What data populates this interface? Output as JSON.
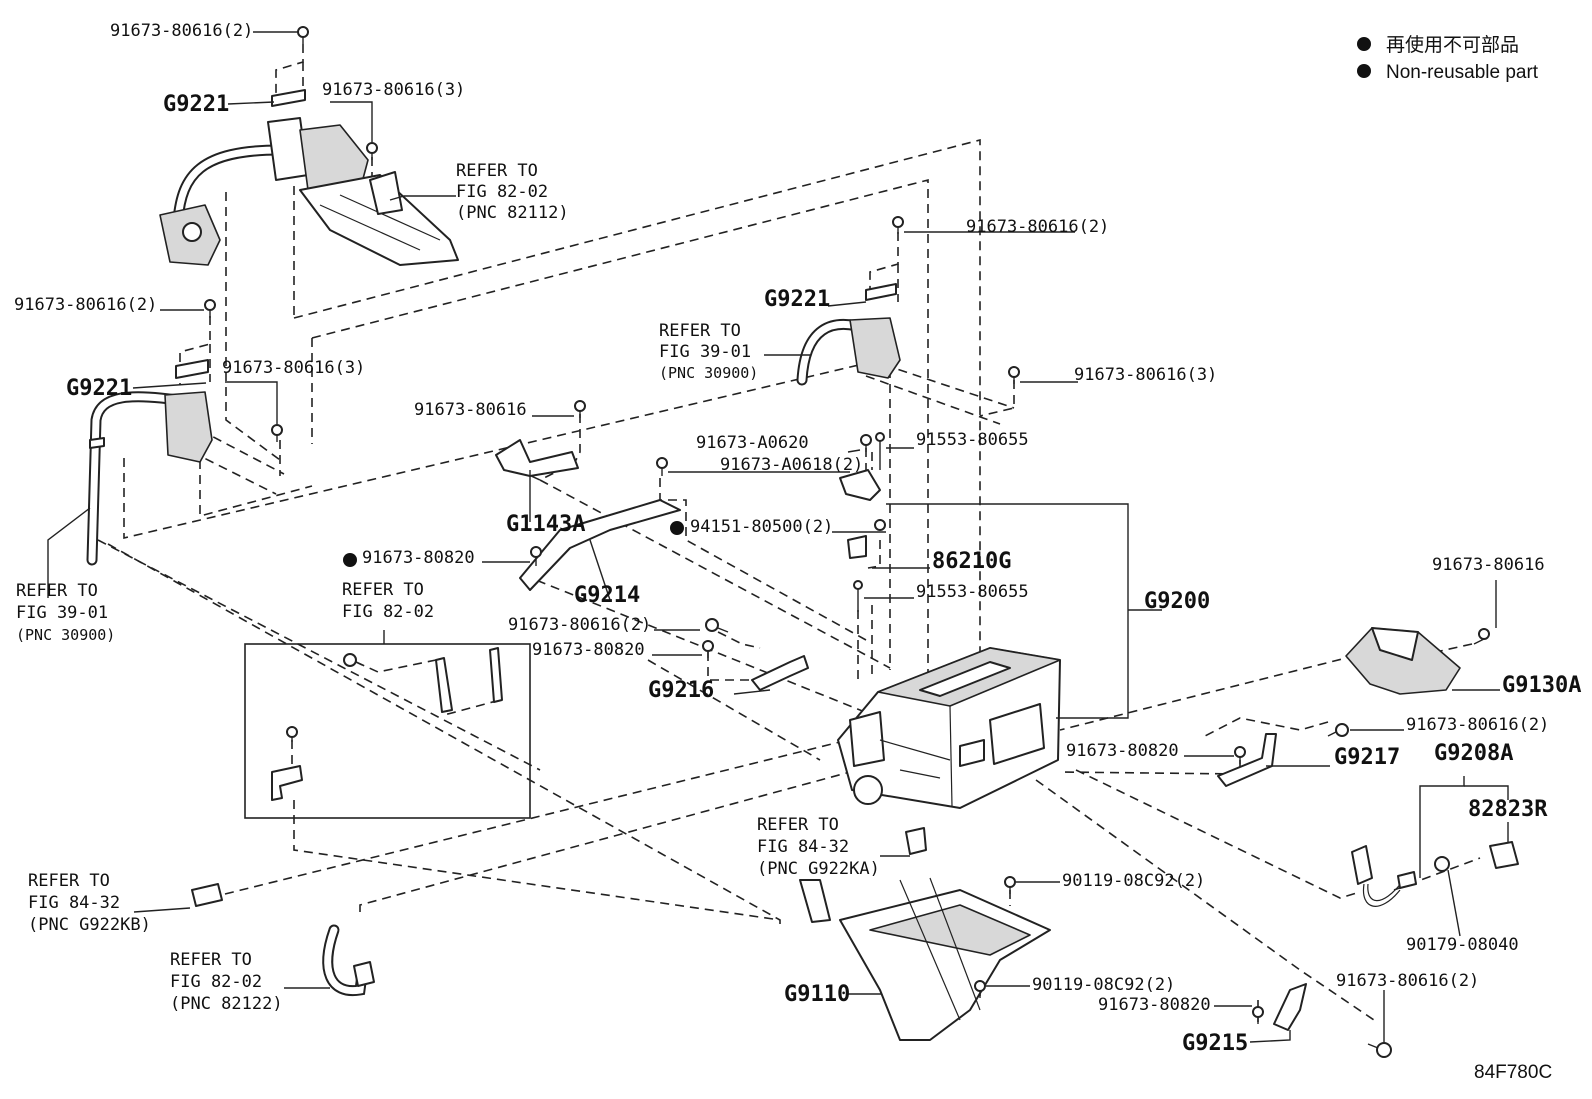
{
  "legend": {
    "jp": "再使用不可部品",
    "en": "Non-reusable part"
  },
  "code": "84F780C",
  "labels": {
    "l01": "91673-80616(2)",
    "l02": "G9221",
    "l03": "91673-80616(3)",
    "l04a": "REFER TO",
    "l04b": "FIG 82-02",
    "l04c": "(PNC 82112)",
    "l05": "91673-80616(2)",
    "l06": "G9221",
    "l07a": "REFER TO",
    "l07b": "FIG 39-01",
    "l07c": "(PNC 30900)",
    "l08": "91673-80616(3)",
    "l09": "91673-80616(2)",
    "l10": "G9221",
    "l11": "91673-80616(3)",
    "l12": "91673-80616",
    "l13": "91673-A0620",
    "l14": "91553-80655",
    "l15": "91673-A0618(2)",
    "l16": "G1143A",
    "l17": "94151-80500(2)",
    "l18": "86210G",
    "l19": "91673-80820",
    "l20": "G9214",
    "l21": "91553-80655",
    "l22a": "REFER TO",
    "l22b": "FIG 39-01",
    "l22c": "(PNC 30900)",
    "l23a": "REFER TO",
    "l23b": "FIG 82-02",
    "l24": "G9200",
    "l25": "91673-80616(2)",
    "l26": "91673-80820",
    "l27": "G9216",
    "l28": "91673-80616",
    "l29": "G9130A",
    "l30": "91673-80616(2)",
    "l31": "91673-80820",
    "l32": "G9217",
    "l33": "G9208A",
    "l34": "82823R",
    "l35a": "REFER TO",
    "l35b": "FIG 84-32",
    "l35c": "(PNC G922KA)",
    "l36": "90119-08C92(2)",
    "l37a": "REFER TO",
    "l37b": "FIG 84-32",
    "l37c": "(PNC G922KB)",
    "l38": "90179-08040",
    "l39a": "REFER TO",
    "l39b": "FIG 82-02",
    "l39c": "(PNC 82122)",
    "l40": "G9110",
    "l41": "90119-08C92(2)",
    "l42": "91673-80616(2)",
    "l43": "91673-80820",
    "l44": "G9215"
  }
}
